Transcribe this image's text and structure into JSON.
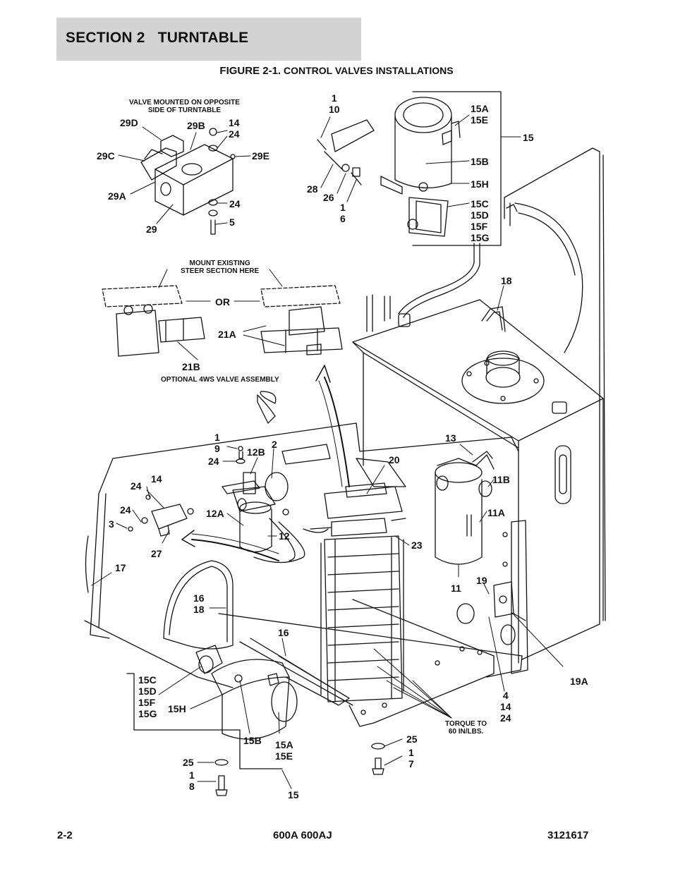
{
  "section_header": "SECTION 2   TURNTABLE",
  "figure_title": {
    "prefix": "FIGURE 2-1.",
    "title": "CONTROL VALVES INSTALLATIONS"
  },
  "notes": {
    "valve_opposite": "VALVE MOUNTED ON OPPOSITE\nSIDE OF TURNTABLE",
    "mount_existing": "MOUNT EXISTING\nSTEER SECTION HERE",
    "or": "OR",
    "optional_4ws": "OPTIONAL 4WS VALVE ASSEMBLY",
    "torque": "TORQUE TO\n60 IN/LBS."
  },
  "callouts": {
    "c_1_10": "1\n10",
    "c_15a_15e_top": "15A\n15E",
    "c_15_top": "15",
    "c_15b_top": "15B",
    "c_15h_top": "15H",
    "c_15cdfg_top": "15C\n15D\n15F\n15G",
    "c_28": "28",
    "c_26": "26",
    "c_1_6": "1\n6",
    "c_29d": "29D",
    "c_29b": "29B",
    "c_14_24": "14\n24",
    "c_29c": "29C",
    "c_29e": "29E",
    "c_29a": "29A",
    "c_24_mid": "24",
    "c_29": "29",
    "c_5": "5",
    "c_18_top": "18",
    "c_21a": "21A",
    "c_21b": "21B",
    "c_1_9": "1\n9",
    "c_2": "2",
    "c_12b": "12B",
    "c_24_a": "24",
    "c_20": "20",
    "c_13": "13",
    "c_24_b": "24",
    "c_14_b": "14",
    "c_11b": "11B",
    "c_24_c": "24",
    "c_12a": "12A",
    "c_11a": "11A",
    "c_3": "3",
    "c_12": "12",
    "c_23": "23",
    "c_27": "27",
    "c_17": "17",
    "c_11": "11",
    "c_19": "19",
    "c_16_18": "16\n18",
    "c_16": "16",
    "c_15cdfg_bot": "15C\n15D\n15F\n15G",
    "c_15h_bot": "15H",
    "c_19a": "19A",
    "c_4_14_24": "4\n14\n24",
    "c_25_r": "25",
    "c_1_7": "1\n7",
    "c_15b_bot": "15B",
    "c_15a_15e_bot": "15A\n15E",
    "c_25_l": "25",
    "c_1_8": "1\n8",
    "c_15_bot": "15"
  },
  "footer": {
    "page": "2-2",
    "model": "600A 600AJ",
    "doc_number": "3121617"
  }
}
